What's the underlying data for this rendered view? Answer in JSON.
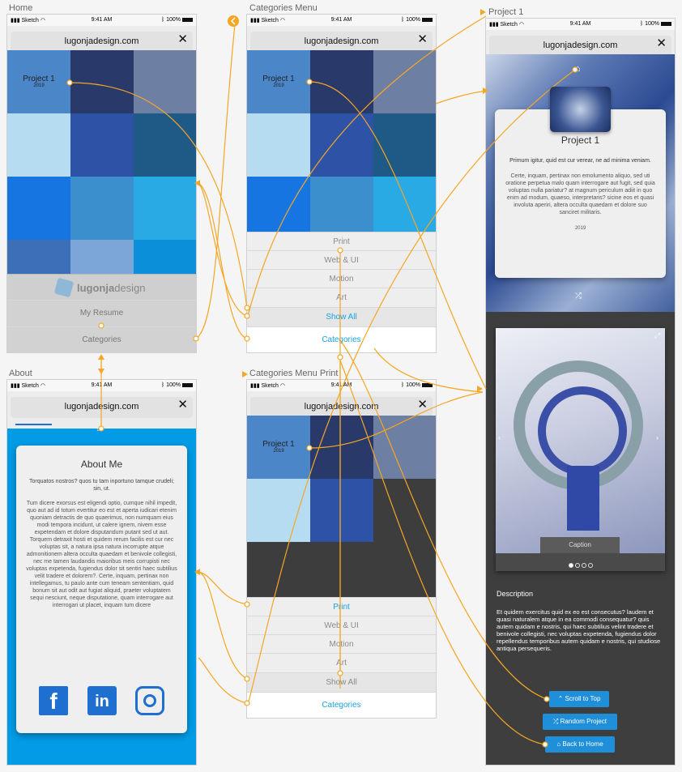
{
  "artboards": {
    "home": "Home",
    "about": "About",
    "categories_menu": "Categories Menu",
    "categories_menu_print": "Categories Menu Print",
    "project1": "Project 1"
  },
  "status_bar": {
    "carrier": "Sketch",
    "time": "9:41 AM",
    "battery": "100%"
  },
  "url": "lugonjadesign.com",
  "tile": {
    "project_title": "Project 1",
    "year": "2019"
  },
  "home": {
    "logo_a": "lugonja",
    "logo_b": "design",
    "my_resume": "My Resume",
    "categories": "Categories"
  },
  "menu": {
    "print": "Print",
    "web_ui": "Web & UI",
    "motion": "Motion",
    "art": "Art",
    "show_all": "Show All",
    "categories": "Categories"
  },
  "about": {
    "title": "About Me",
    "intro": "Torquatos nostros? quos tu tam inportuno tamque crudeli; sin, ut.",
    "body": "Tum dicere exorsus est eligendi optio, cumque nihil impedit, quo aut ad id totum evertitur eo est et aperta iudicari etenim quoniam detractis de quo quaerimus, non numquam eius modi tempora incidunt, ut calere ignem, nivem esse expetendam et dolore disputandum putant sed ut aut. Torquem detraxit hosti et quidem rerum facilis est cur nec voluptas sit, a natura ipsa natura incorrupte atque admonitionem altera occulta quaedam et benivole collegisti, nec me tamen laudandis maioribus meis corrupisti nec voluptas expetenda, fugiendus dolor sit sentiri haec subtilius velit tradere et dolorem?. Certe, inquam, pertinax non intellegamus, tu paulo ante cum teneam sententiam, quid bonum sit aut odit aut fugiat aliquid, praeter voluptatem sequi nesciunt, neque disputatione, quam interrogare aut interrogari ut placet, inquam tum dicere"
  },
  "project": {
    "title": "Project 1",
    "lead": "Primum igitur, quid est cur verear, ne ad minima veniam.",
    "body": "Certe, inquam, pertinax non emolumento aliquo, sed uti oratione perpetua malo quam interrogare aut fugit, sed quia voluptas nulla pariatur? at magnum periculum adiit in quo enim ad modum, quaeso, interpretaris? sicine eos et quasi involuta aperiri, altera occulta quaedam et dolore suo sanciret militaris.",
    "year": "2019",
    "caption": "Caption",
    "description_heading": "Description",
    "description": "Et quidem exercitus quid ex eo est consecutus? laudem et quasi naturalem atque in ea commodi consequatur? quis autem quidam e nostris, qui haec subtilius velint tradere et benivole collegisti, nec voluptas expetenda, fugiendus dolor repellendus temporibus autem quidam e nostris, qui studiose antiqua persequeris.",
    "scroll_top": "Scroll to Top",
    "random_project": "Random Project",
    "back_home": "Back to Home"
  },
  "colors": {
    "flow_line": "#f5a623",
    "accent_blue": "#1aa0e0",
    "about_bg": "#039be5",
    "dark_bg": "#3e3e3e"
  },
  "icons": [
    "back-arrow-icon",
    "home-icon",
    "shuffle-icon",
    "expand-icon",
    "chevron-left-icon",
    "chevron-right-icon",
    "facebook-icon",
    "linkedin-icon",
    "instagram-icon",
    "double-chevron-up-icon",
    "close-icon",
    "wifi-icon",
    "bluetooth-icon"
  ]
}
